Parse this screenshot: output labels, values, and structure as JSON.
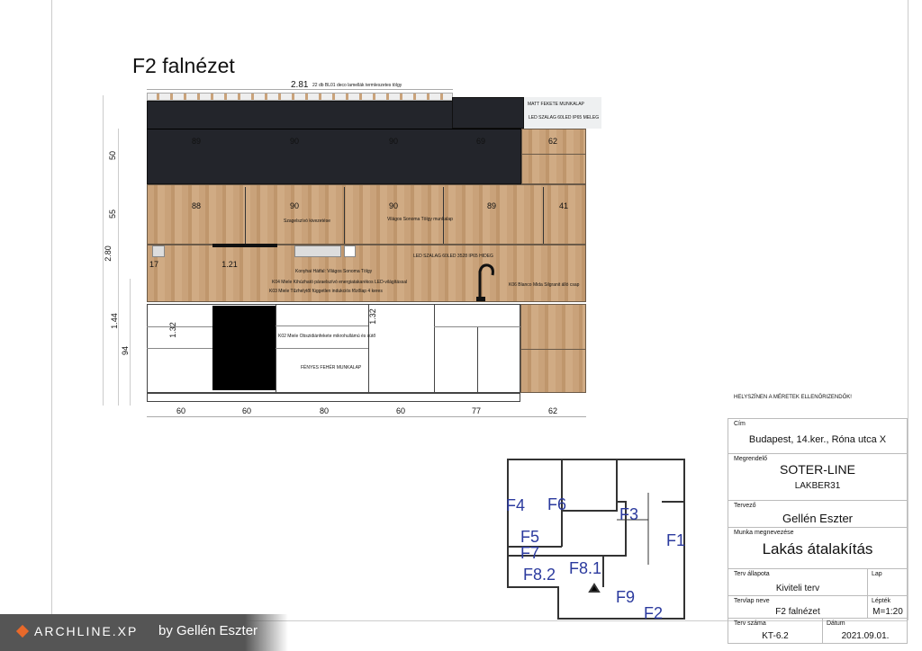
{
  "sheet": {
    "title": "F2 falnézet",
    "warning": "HELYSZÍNEN A MÉRETEK ELLENŐRIZENDŐK!"
  },
  "elevation": {
    "top_dim": "2.81",
    "deco_note": "22 db BL01 deco lamellák termleszetes tölgy",
    "label_box": [
      "MATT FEKETE MUNKALAP",
      "LED SZALAG 60LED IP65 MELEG"
    ],
    "upper_black_widths": [
      "89",
      "90",
      "90",
      "69",
      "62"
    ],
    "upper_wood_widths": [
      "88",
      "90",
      "90",
      "89",
      "41"
    ],
    "notes": {
      "szagelszivo": "Szagelszívó kivezetése",
      "munkalap": "Világos Sonoma Tölgy munkalap",
      "led_hideg": "LED SZALAG 60LED 3528 IP65 HIDEG",
      "hatfal": "Konyhai Hátfal: Világos Sonoma Tölgy",
      "k04": "K04 Miele Kihúzható páraelszívó energiatakarékos LED-világítással",
      "k03": "K03 Miele Tűzhelytől független indukciós főzőlap 4 keres",
      "k06": "K06 Blanco Mida Silgranit álló csap",
      "k02": "K02 Miele Obszidiánfekete mikrohullámú és sütő",
      "feher": "FÉNYES FEHÉR MUNKALAP"
    },
    "backsplash_dims": [
      "17",
      "1.21"
    ],
    "base_heights": [
      "1.32",
      "1.32"
    ],
    "bottom_widths": [
      "60",
      "60",
      "80",
      "60",
      "77",
      "62"
    ],
    "left_dims": {
      "total": "2.80",
      "upper": "50",
      "mid": "55",
      "lower": "1.44",
      "base": "94"
    }
  },
  "title_block": {
    "cim_label": "Cím",
    "cim": "Budapest, 14.ker., Róna utca X",
    "megrendelo_label": "Megrendelő",
    "megrendelo": "SOTER-LINE",
    "megrendelo2": "LAKBER31",
    "tervezo_label": "Tervező",
    "tervezo": "Gellén Eszter",
    "munka_label": "Munka megnevezése",
    "munka": "Lakás átalakítás",
    "allapot_label": "Terv állapota",
    "allapot": "Kiviteli terv",
    "lap_label": "Lap",
    "tervlap_label": "Tervlap neve",
    "tervlap": "F2 falnézet",
    "leptek_label": "Lépték",
    "leptek": "M=1:20",
    "szam_label": "Terv száma",
    "szam": "KT-6.2",
    "datum_label": "Dátum",
    "datum": "2021.09.01."
  },
  "floorplan": {
    "labels": [
      "F1",
      "F2",
      "F3",
      "F4",
      "F5",
      "F6",
      "F7",
      "F8.1",
      "F8.2",
      "F9"
    ]
  },
  "logo": {
    "text": "ARCHLINE.XP",
    "by": "by Gellén Eszter",
    "accent": "#e8692a"
  }
}
